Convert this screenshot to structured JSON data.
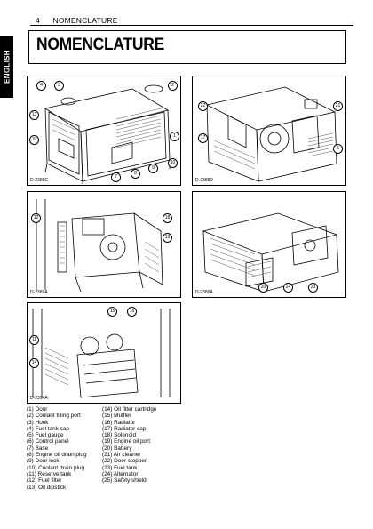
{
  "header": {
    "page_number": "4",
    "section": "NOMENCLATURE"
  },
  "side_tab": "ENGLISH",
  "title": "NOMENCLATURE",
  "figures": [
    {
      "id": "D-2388C",
      "callouts": [
        "4",
        "3",
        "2",
        "13",
        "6",
        "1",
        "10",
        "9",
        "8",
        "7"
      ]
    },
    {
      "id": "D-2388D",
      "callouts": [
        "22",
        "21",
        "17",
        "5"
      ]
    },
    {
      "id": "D-2389A",
      "callouts": [
        "12",
        "18",
        "19"
      ]
    },
    {
      "id": "D-2389A",
      "callouts": [
        "20",
        "24",
        "23"
      ]
    },
    {
      "id": "D-2394A",
      "callouts": [
        "15",
        "16",
        "11",
        "14"
      ]
    }
  ],
  "legend": {
    "col1": [
      "(1) Door",
      "(2) Coolant filling port",
      "(3) Hook",
      "(4) Fuel tank cap",
      "(5) Fuel gauge",
      "(6) Control panel",
      "(7) Base",
      "(8) Engine oil drain plug",
      "(9) Door lock",
      "(10) Coolant drain plug",
      "(11) Reserve tank",
      "(12) Fuel filter",
      "(13) Oil dipstick"
    ],
    "col2": [
      "(14) Oil filter cartridge",
      "(15) Muffler",
      "(16) Radiator",
      "(17) Radiator cap",
      "(18) Solenoid",
      "(19) Engine oil port",
      "(20) Battery",
      "(21) Air cleaner",
      "(22) Door stopper",
      "(23) Fuel tank",
      "(24) Alternator",
      "(25) Safety shield"
    ]
  }
}
